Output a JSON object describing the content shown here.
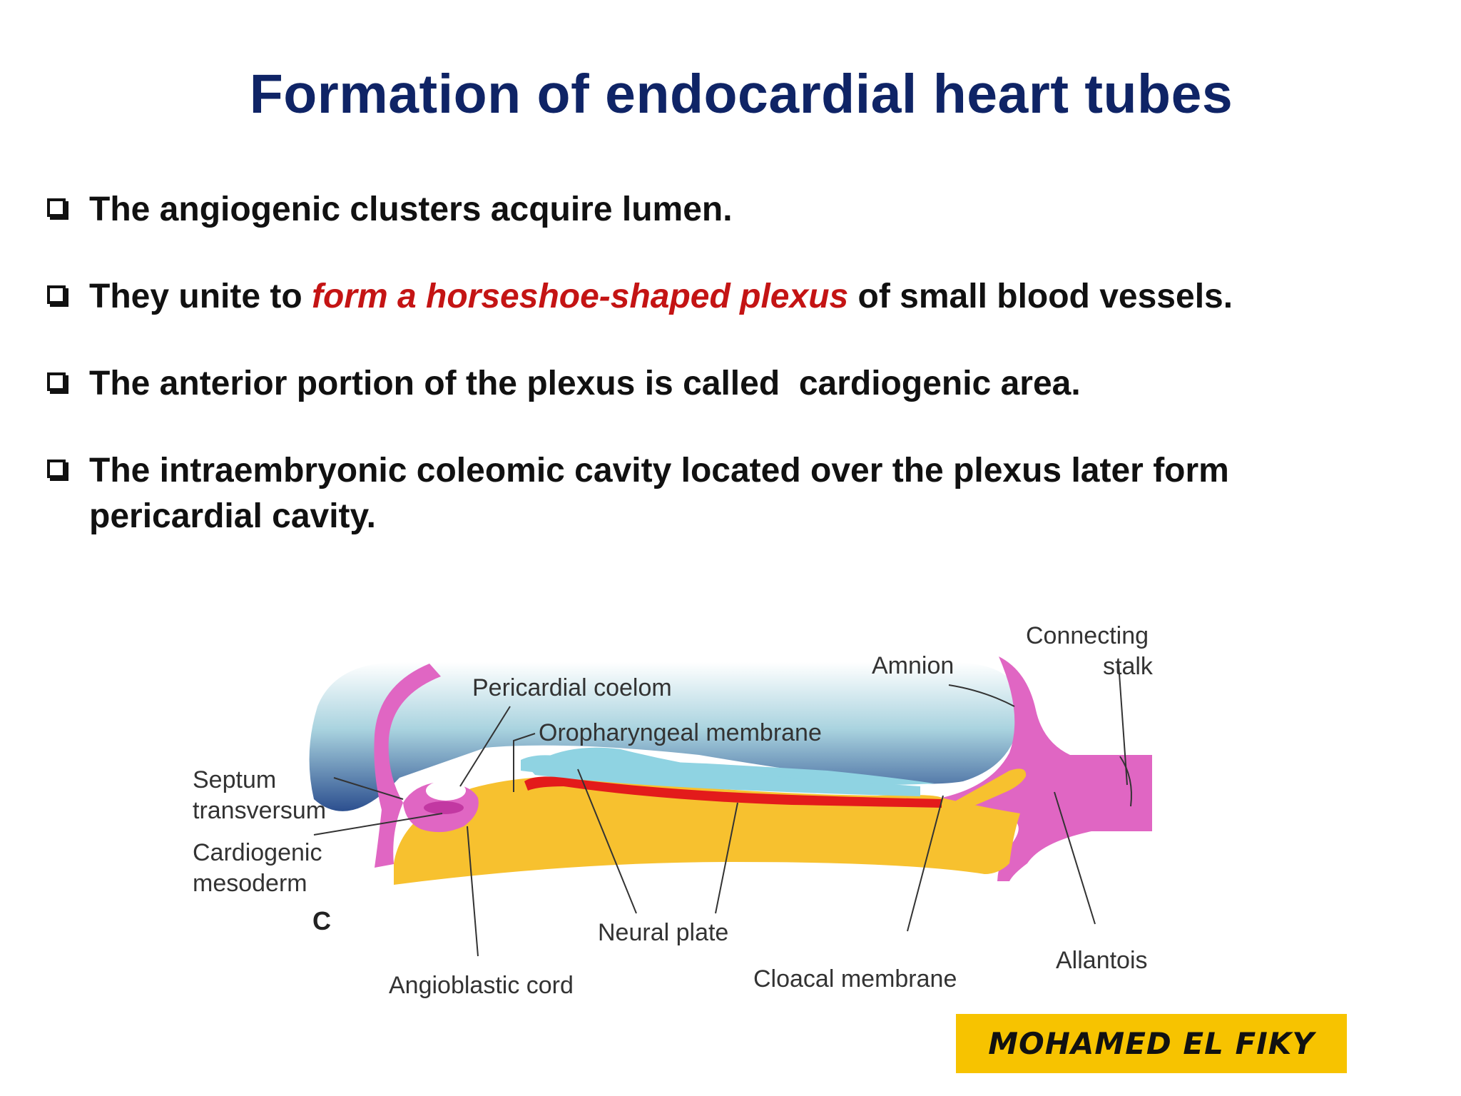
{
  "slide": {
    "title": "Formation of endocardial heart tubes"
  },
  "bullets": [
    {
      "text": "The angiogenic clusters acquire lumen."
    },
    {
      "before": "They unite to ",
      "highlight": "form a horseshoe-shaped plexus",
      "after": " of small blood vessels."
    },
    {
      "text": "The anterior portion of the plexus is called  cardiogenic area."
    },
    {
      "line1": "The intraembryonic coleomic cavity located over the plexus later form",
      "line2": "pericardial cavity."
    }
  ],
  "figure": {
    "panel_letter": "C",
    "labels": {
      "pericardial_coelom": "Pericardial coelom",
      "oropharyngeal_membrane": "Oropharyngeal membrane",
      "amnion": "Amnion",
      "connecting_stalk_1": "Connecting",
      "connecting_stalk_2": "stalk",
      "septum_1": "Septum",
      "septum_2": "transversum",
      "cardiogenic_1": "Cardiogenic",
      "cardiogenic_2": "mesoderm",
      "neural_plate": "Neural plate",
      "allantois": "Allantois",
      "angioblastic_cord": "Angioblastic cord",
      "cloacal_membrane": "Cloacal membrane"
    },
    "colors": {
      "ectoderm_pink": "#e066c3",
      "amniotic_blue": "#8ec8d8",
      "neural_plate_cyan": "#8fd3e2",
      "endoderm_yellow": "#f7c12f",
      "cardiogenic_red": "#e31b1b"
    }
  },
  "author": {
    "name": "MOHAMED EL FIKY",
    "badge_color": "#f7c300"
  }
}
